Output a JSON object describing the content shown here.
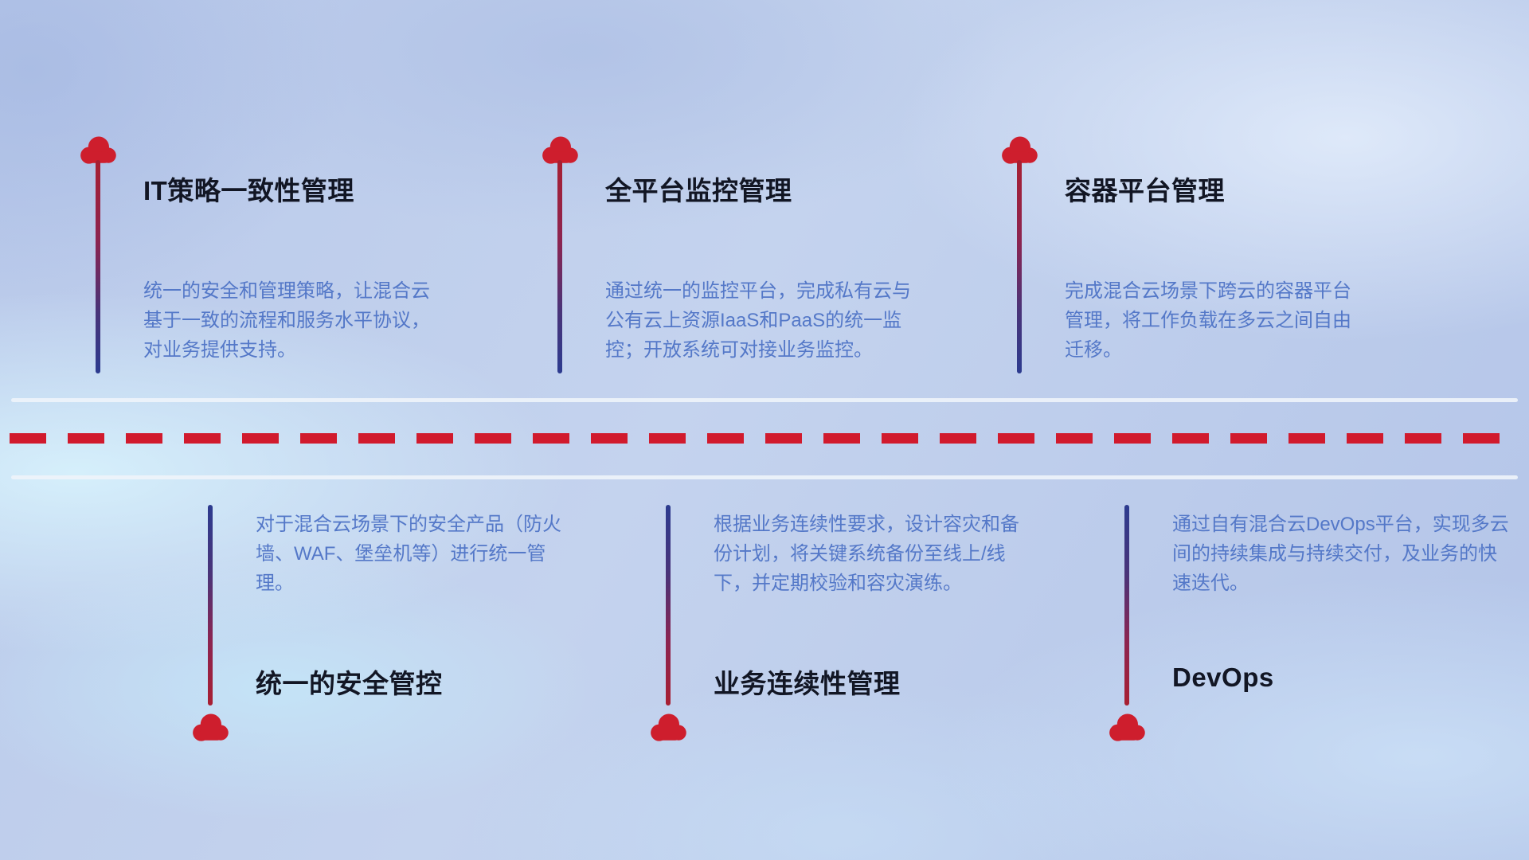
{
  "diagram": {
    "accent_red": "#ce1e2d",
    "connector_blue": "#2c3b8f",
    "title_color": "#121624",
    "description_color": "#5478c8",
    "marker_icon": "cloud-icon"
  },
  "top_items": [
    {
      "title": "IT策略一致性管理",
      "description": "统一的安全和管理策略，让混合云基于一致的流程和服务水平协议，对业务提供支持。"
    },
    {
      "title": "全平台监控管理",
      "description": "通过统一的监控平台，完成私有云与公有云上资源IaaS和PaaS的统一监控；开放系统可对接业务监控。"
    },
    {
      "title": "容器平台管理",
      "description": "完成混合云场景下跨云的容器平台管理，将工作负载在多云之间自由迁移。"
    }
  ],
  "bottom_items": [
    {
      "title": "统一的安全管控",
      "description": "对于混合云场景下的安全产品（防火墙、WAF、堡垒机等）进行统一管理。"
    },
    {
      "title": "业务连续性管理",
      "description": "根据业务连续性要求，设计容灾和备份计划，将关键系统备份至线上/线下，并定期校验和容灾演练。"
    },
    {
      "title": "DevOps",
      "description": "通过自有混合云DevOps平台，实现多云间的持续集成与持续交付，及业务的快速迭代。"
    }
  ]
}
